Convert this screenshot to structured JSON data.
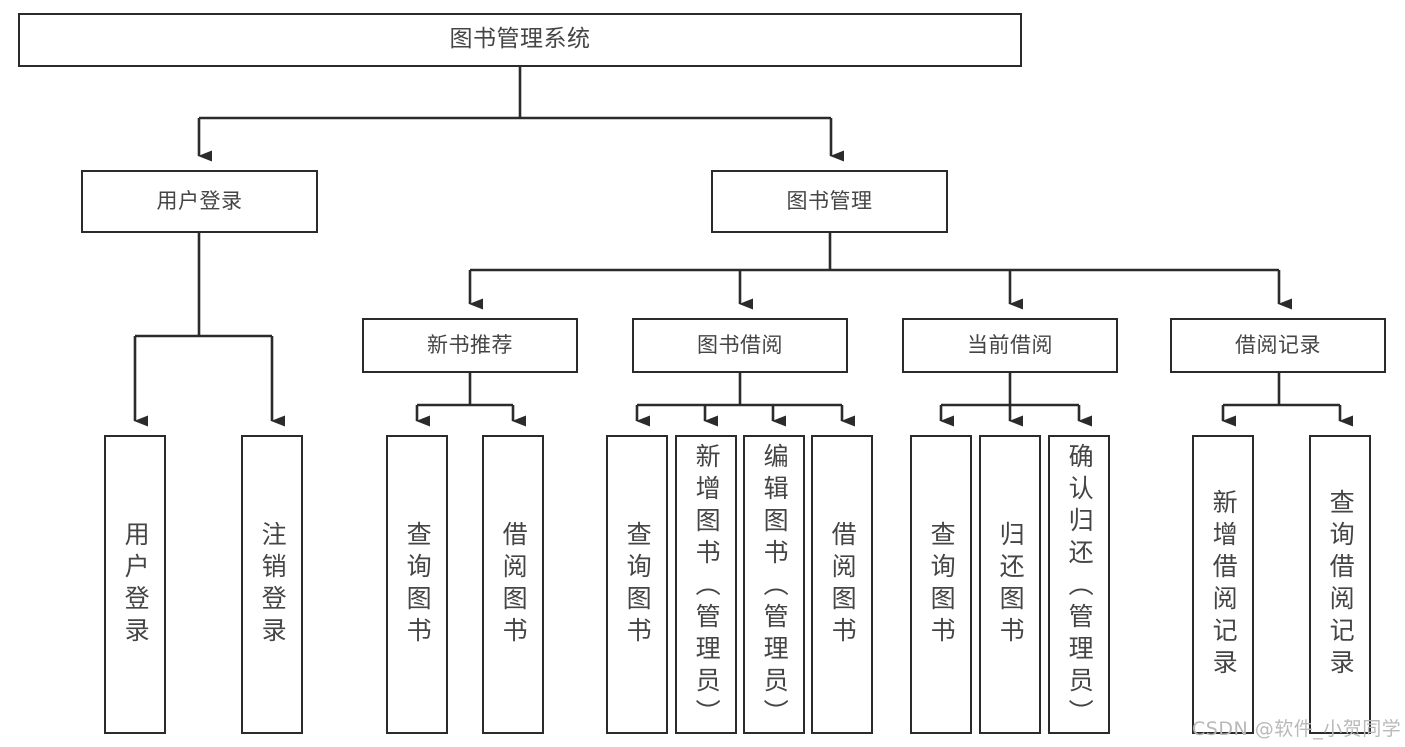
{
  "diagram": {
    "title": "图书管理系统",
    "type": "功能结构图",
    "watermark": "CSDN @软件_小贺同学",
    "colors": {
      "box_border": "#2b2b2b",
      "box_fill": "#ffffff",
      "connector": "#2b2b2b",
      "text": "#454545",
      "watermark": "#b9b9b9",
      "background": "#ffffff"
    },
    "nodes": {
      "root": {
        "label": "图书管理系统"
      },
      "level2": [
        {
          "id": "user-login",
          "label": "用户登录"
        },
        {
          "id": "book-manage",
          "label": "图书管理"
        }
      ],
      "level3": [
        {
          "id": "new-book-recommend",
          "label": "新书推荐"
        },
        {
          "id": "book-borrow",
          "label": "图书借阅"
        },
        {
          "id": "current-borrow",
          "label": "当前借阅"
        },
        {
          "id": "borrow-record",
          "label": "借阅记录"
        }
      ],
      "leaves": [
        {
          "id": "leaf-user-login",
          "label": "用户登录",
          "parent": "user-login"
        },
        {
          "id": "leaf-logout",
          "label": "注销登录",
          "parent": "user-login"
        },
        {
          "id": "leaf-query-book-1",
          "label": "查询图书",
          "parent": "new-book-recommend"
        },
        {
          "id": "leaf-borrow-book-1",
          "label": "借阅图书",
          "parent": "new-book-recommend"
        },
        {
          "id": "leaf-query-book-2",
          "label": "查询图书",
          "parent": "book-borrow"
        },
        {
          "id": "leaf-add-book",
          "label": "新增图书（管理员）",
          "parent": "book-borrow"
        },
        {
          "id": "leaf-edit-book",
          "label": "编辑图书（管理员）",
          "parent": "book-borrow"
        },
        {
          "id": "leaf-borrow-book-2",
          "label": "借阅图书",
          "parent": "book-borrow"
        },
        {
          "id": "leaf-query-book-3",
          "label": "查询图书",
          "parent": "current-borrow"
        },
        {
          "id": "leaf-return-book",
          "label": "归还图书",
          "parent": "current-borrow"
        },
        {
          "id": "leaf-confirm-return",
          "label": "确认归还（管理员）",
          "parent": "current-borrow"
        },
        {
          "id": "leaf-add-record",
          "label": "新增借阅记录",
          "parent": "borrow-record"
        },
        {
          "id": "leaf-query-record",
          "label": "查询借阅记录",
          "parent": "borrow-record"
        }
      ]
    }
  }
}
